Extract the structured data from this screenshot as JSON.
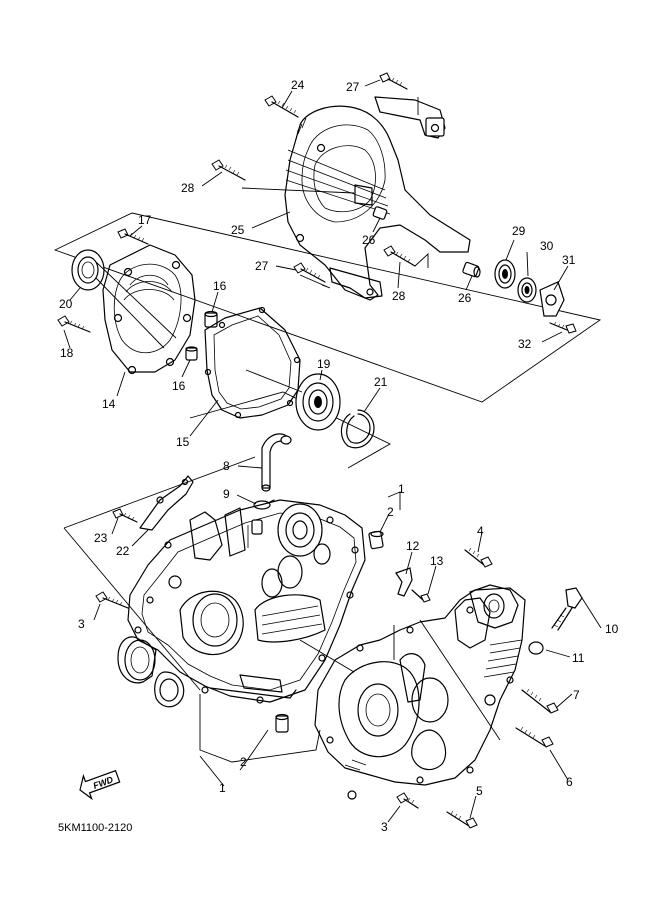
{
  "diagram_code": "5KM1100-2120",
  "fwd_label": "FWD",
  "callouts": [
    {
      "id": "c24",
      "label": "24"
    },
    {
      "id": "c27a",
      "label": "27"
    },
    {
      "id": "c28a",
      "label": "28"
    },
    {
      "id": "c25",
      "label": "25"
    },
    {
      "id": "c26a",
      "label": "26"
    },
    {
      "id": "c27b",
      "label": "27"
    },
    {
      "id": "c28b",
      "label": "28"
    },
    {
      "id": "c26b",
      "label": "26"
    },
    {
      "id": "c29",
      "label": "29"
    },
    {
      "id": "c30",
      "label": "30"
    },
    {
      "id": "c31",
      "label": "31"
    },
    {
      "id": "c32",
      "label": "32"
    },
    {
      "id": "c17",
      "label": "17"
    },
    {
      "id": "c16a",
      "label": "16"
    },
    {
      "id": "c20",
      "label": "20"
    },
    {
      "id": "c18",
      "label": "18"
    },
    {
      "id": "c16b",
      "label": "16"
    },
    {
      "id": "c14",
      "label": "14"
    },
    {
      "id": "c19",
      "label": "19"
    },
    {
      "id": "c21",
      "label": "21"
    },
    {
      "id": "c15",
      "label": "15"
    },
    {
      "id": "c8",
      "label": "8"
    },
    {
      "id": "c9",
      "label": "9"
    },
    {
      "id": "c1a",
      "label": "1"
    },
    {
      "id": "c2a",
      "label": "2"
    },
    {
      "id": "c23",
      "label": "23"
    },
    {
      "id": "c22",
      "label": "22"
    },
    {
      "id": "c12",
      "label": "12"
    },
    {
      "id": "c13",
      "label": "13"
    },
    {
      "id": "c4",
      "label": "4"
    },
    {
      "id": "c3a",
      "label": "3"
    },
    {
      "id": "c10",
      "label": "10"
    },
    {
      "id": "c11",
      "label": "11"
    },
    {
      "id": "c7",
      "label": "7"
    },
    {
      "id": "c6",
      "label": "6"
    },
    {
      "id": "c2b",
      "label": "2"
    },
    {
      "id": "c1b",
      "label": "1"
    },
    {
      "id": "c5",
      "label": "5"
    },
    {
      "id": "c3b",
      "label": "3"
    }
  ]
}
